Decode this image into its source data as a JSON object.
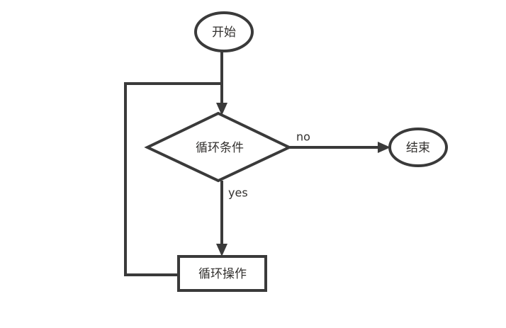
{
  "diagram": {
    "title": "loop-flowchart",
    "background_color": "#ffffff",
    "stroke_color": "#3a3a3a",
    "text_color": "#33312f",
    "nodes": {
      "start": {
        "label": "开始",
        "shape": "ellipse",
        "name": "start-node"
      },
      "condition": {
        "label": "循环条件",
        "shape": "diamond",
        "name": "condition-node"
      },
      "process": {
        "label": "循环操作",
        "shape": "rectangle",
        "name": "process-node"
      },
      "end": {
        "label": "结束",
        "shape": "ellipse",
        "name": "end-node"
      }
    },
    "edges": {
      "start_to_condition": {
        "label": "",
        "name": "edge-start-to-condition"
      },
      "condition_to_end": {
        "label": "no",
        "name": "edge-condition-to-end"
      },
      "condition_to_process": {
        "label": "yes",
        "name": "edge-condition-to-process"
      },
      "process_to_start_path": {
        "label": "",
        "name": "edge-process-loopback"
      }
    }
  }
}
